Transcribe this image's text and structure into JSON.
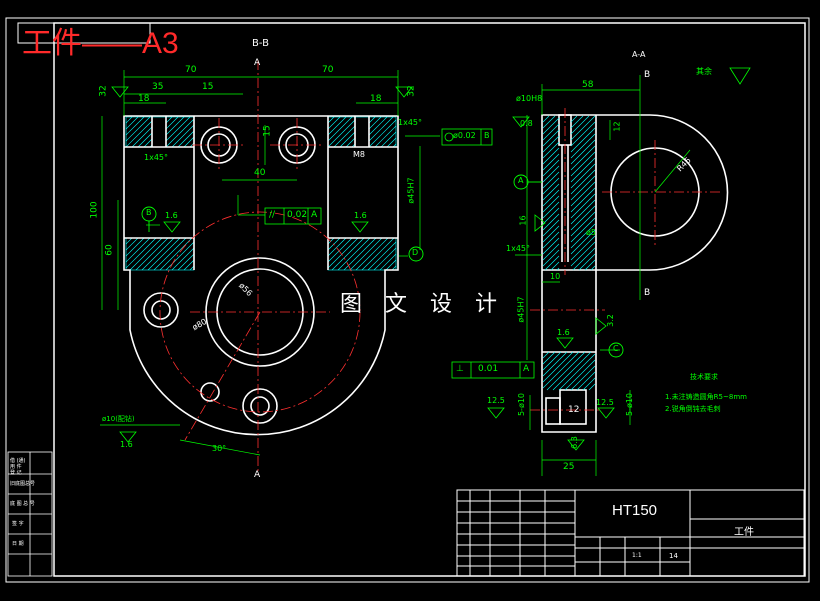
{
  "title": "工件——A3",
  "watermark": "图 文 设 计",
  "views": {
    "section_bb": "B-B",
    "section_aa": "A-A"
  },
  "dims_front": {
    "w70a": "70",
    "w70b": "70",
    "d35": "35",
    "d15a": "15",
    "d18a": "18",
    "d18b": "18",
    "d15b": "15",
    "d40": "40",
    "d100": "100",
    "d60": "60",
    "d32a": "32",
    "d32b": "32",
    "cham1": "1x45°",
    "cham2": "1x45°",
    "m8": "M8",
    "fit45": "ø45H7",
    "dia56": "ø56",
    "dia80": "ø80",
    "deg30": "30°",
    "r16a": "1.6",
    "r16b": "1.6",
    "par": "//",
    "par_val": "0.02",
    "par_ref": "A",
    "pos_val": "ø0.02",
    "pos_ref": "B",
    "hole10": "ø10(配钻)",
    "r16c": "1.6",
    "datum_b": "B",
    "datum_d": "D",
    "cut_a_top": "A",
    "cut_a_bot": "A"
  },
  "dims_side": {
    "w58": "58",
    "fit10": "ø10H8",
    "r08": "0.8",
    "d12": "12",
    "r46": "R46",
    "cham": "1x45°",
    "d16": "16",
    "d5": "ø5",
    "d10": "10",
    "fit45": "ø45H7",
    "d32": "3.2",
    "r16": "1.6",
    "datum_a": "A",
    "datum_c": "C",
    "perp": "⊥",
    "perp_val": "0.01",
    "perp_ref": "A",
    "r125a": "12.5",
    "r125b": "12.5",
    "d5phi10a": "5-ø10",
    "d5phi10b": "5-ø10",
    "d12b": "12",
    "r63": "6.3",
    "d25": "25",
    "cut_b_top": "B",
    "cut_b_bot": "B",
    "rest": "其余"
  },
  "notes": {
    "heading": "技术要求",
    "line1": "1.未注铸造圆角R5~8mm",
    "line2": "2.锐角倒钝去毛刺"
  },
  "title_block": {
    "material": "HT150",
    "part_name": "工件",
    "scale": "1:1",
    "count": "14"
  },
  "left_strip": {
    "r1": "借 (通) 用 件 登 记",
    "r2": "旧底图总号",
    "r3": "底 图 总 号",
    "r4": "签 字",
    "r5": "日 期"
  },
  "colors": {
    "line": "#ffffff",
    "dim": "#00ff00",
    "center": "#ff3030",
    "hatch": "#00ffff",
    "title": "#ff2a2a"
  }
}
